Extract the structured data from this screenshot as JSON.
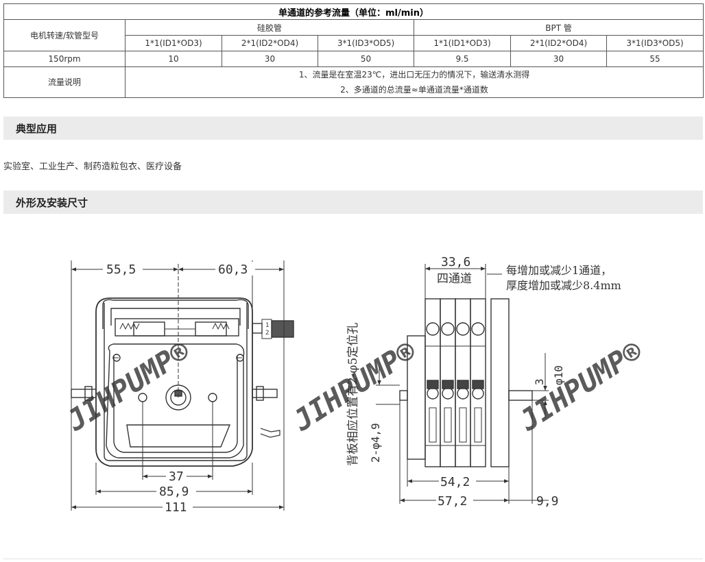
{
  "table": {
    "title": "单通道的参考流量（单位：ml/min）",
    "row_header": "电机转速/软管型号",
    "groups": [
      "硅胶管",
      "BPT 管"
    ],
    "tube_sizes": [
      "1*1(ID1*OD3)",
      "2*1(ID2*OD4)",
      "3*1(ID3*OD5)",
      "1*1(ID1*OD3)",
      "2*1(ID2*OD4)",
      "3*1(ID3*OD5)"
    ],
    "speed": "150rpm",
    "values": [
      "10",
      "30",
      "50",
      "9.5",
      "30",
      "55"
    ],
    "note_header": "流量说明",
    "notes": [
      "1、流量是在室温23℃，进出口无压力的情况下，输送清水测得",
      "2、多通道的总流量≈单通道流量*通道数"
    ]
  },
  "sections": {
    "applications_title": "典型应用",
    "applications_text": "实验室、工业生产、制药造粒包衣、医疗设备",
    "dimensions_title": "外形及安装尺寸"
  },
  "drawing": {
    "front": {
      "dim_left": "55,5",
      "dim_right": "60,3",
      "dim_holes": "37",
      "dim_body": "85,9",
      "dim_overall": "111"
    },
    "side": {
      "dim_top": "33,6",
      "top_label": "四通道",
      "note_line1": "每增加或减少1通道，",
      "note_line2": "厚度增加或减少8.4mm",
      "vertical_note": "背板相应位置有2-φ5定位孔",
      "hole_spec": "2-φ4,9",
      "dim_shaft_small": "3",
      "dim_shaft_dia": "φ10",
      "dim_542": "54,2",
      "dim_572": "57,2",
      "dim_99": "9,9"
    },
    "watermark": "JIHPUMP®",
    "knob_label_1": "1",
    "knob_label_2": "2"
  }
}
